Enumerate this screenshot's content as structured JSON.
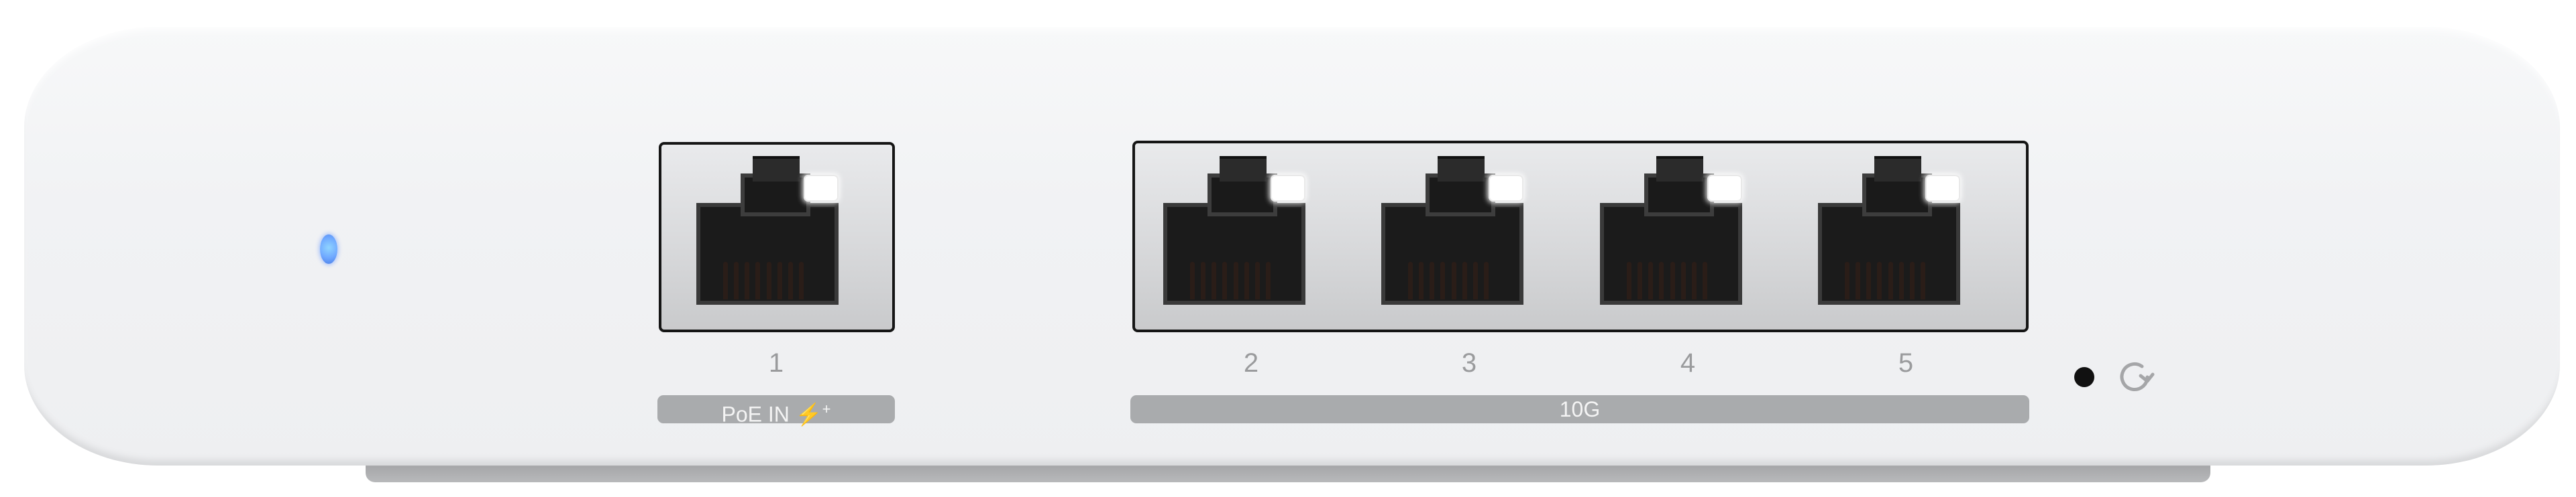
{
  "device": {
    "type": "network switch front panel",
    "body_color": "#f1f2f4",
    "status_led": {
      "color": "#6fa8ff",
      "state": "on"
    }
  },
  "ports": [
    {
      "number": "1",
      "group": "poe_in",
      "link_led": "on"
    },
    {
      "number": "2",
      "group": "10g",
      "link_led": "on"
    },
    {
      "number": "3",
      "group": "10g",
      "link_led": "on"
    },
    {
      "number": "4",
      "group": "10g",
      "link_led": "on"
    },
    {
      "number": "5",
      "group": "10g",
      "link_led": "on"
    }
  ],
  "labels": {
    "poe_in": "PoE IN",
    "poe_icon": "⚡",
    "poe_plus": "+",
    "speed_10g": "10G"
  },
  "reset": {
    "hole_icon": "reset-hole",
    "icon": "reset-arrow-icon"
  }
}
